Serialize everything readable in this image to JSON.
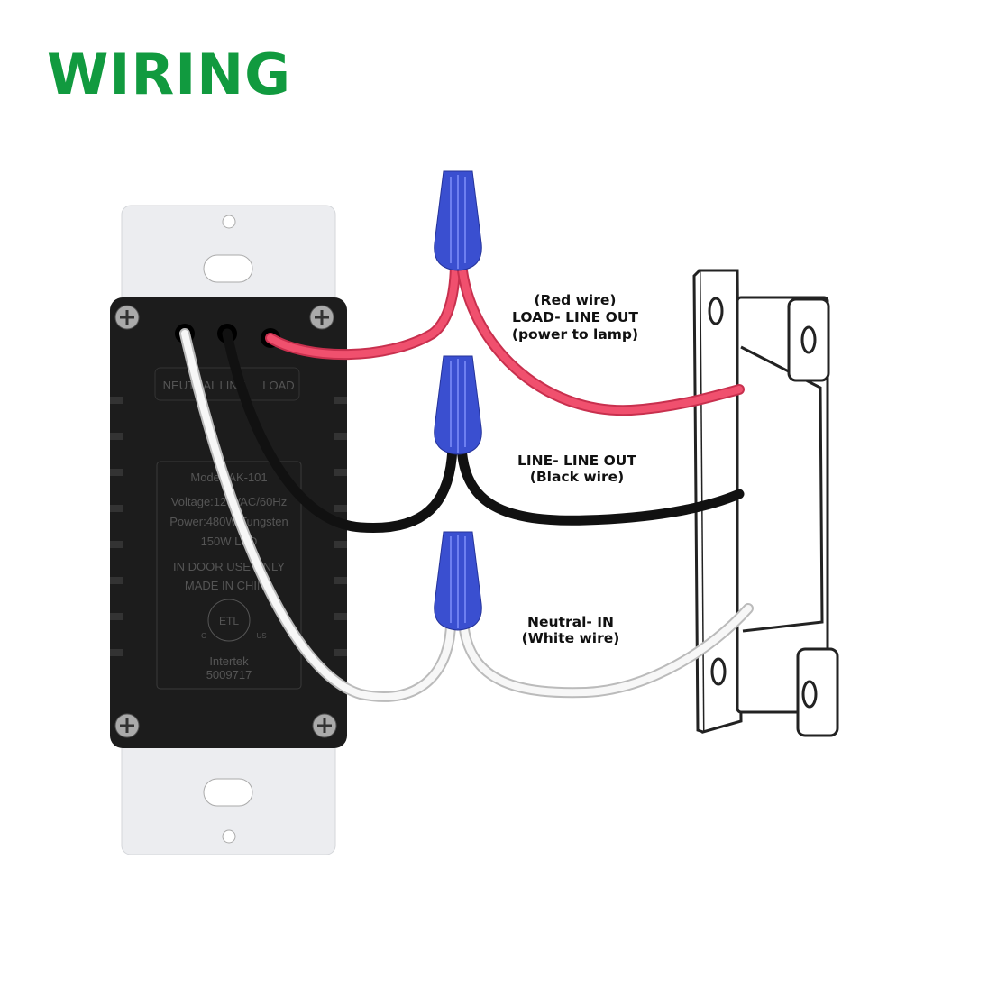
{
  "title": "WIRING",
  "colors": {
    "title": "#119a3f",
    "red_wire": "#f0506e",
    "black_wire": "#111111",
    "white_wire": "#f4f4f4",
    "wire_nut": "#3a4fd0",
    "body": "#1c1c1c",
    "plate": "#ecedf0"
  },
  "device": {
    "terminals": {
      "neutral": "NEUTRAL",
      "line": "LINE",
      "load": "LOAD"
    },
    "label_lines": [
      "Model: AK-101",
      "Voltage:120VAC/60Hz",
      "Power:480W Tungsten",
      "150W LED",
      "IN DOOR USE ONLY",
      "MADE IN CHINA"
    ],
    "cert": {
      "mark": "ETL",
      "c": "C",
      "us": "US",
      "brand": "Intertek",
      "number": "5009717"
    }
  },
  "callouts": {
    "red": [
      "(Red wire)",
      "LOAD- LINE OUT",
      "(power to lamp)"
    ],
    "black": [
      "LINE- LINE OUT",
      "(Black wire)"
    ],
    "white": [
      "Neutral- IN",
      "(White wire)"
    ]
  }
}
